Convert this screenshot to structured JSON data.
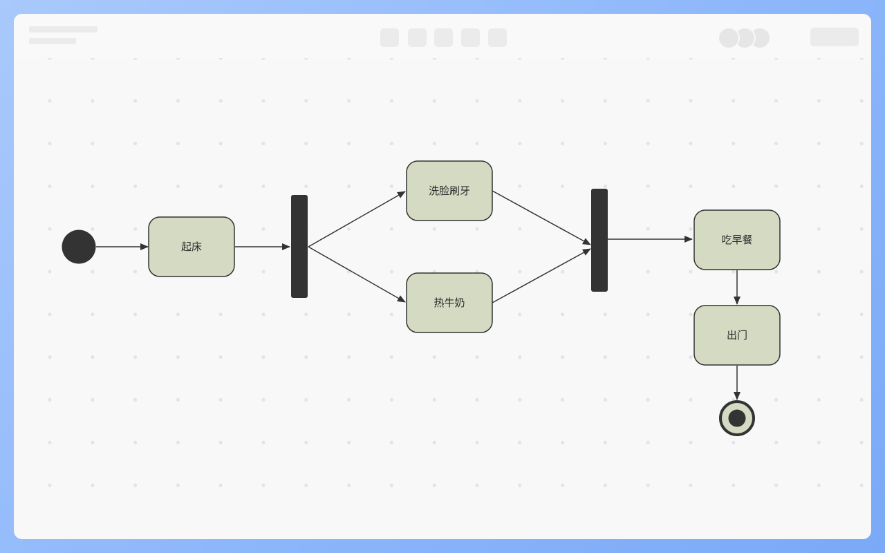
{
  "diagram": {
    "colors": {
      "frame_gradient": [
        "#a9c9fb",
        "#7aa9f7"
      ],
      "canvas_background": "#f8f8f9",
      "grid_dot": "#e4e4e4",
      "node_fill": "#d4dbc2",
      "node_stroke": "#333333",
      "bar_fill": "#333333",
      "edge": "#333333"
    },
    "nodes": {
      "get_up": "起床",
      "wash": "洗脸刷牙",
      "milk": "热牛奶",
      "breakfast": "吃早餐",
      "leave": "出门"
    },
    "toolbar": {
      "tool_icons": [
        "tool-placeholder",
        "tool-placeholder",
        "tool-placeholder",
        "tool-placeholder",
        "tool-placeholder"
      ],
      "collaborator_icons": [
        "avatar-placeholder",
        "avatar-placeholder",
        "avatar-placeholder"
      ]
    }
  }
}
